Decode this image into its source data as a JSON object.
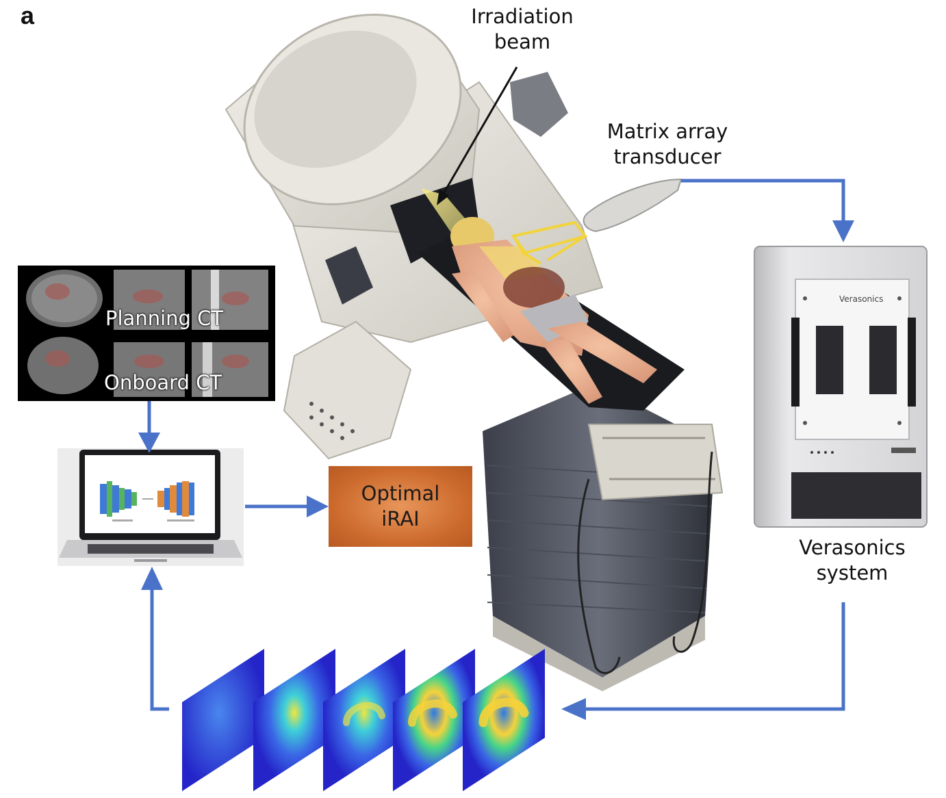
{
  "panel_letter": "a",
  "labels": {
    "irradiation_beam": [
      "Irradiation",
      "beam"
    ],
    "matrix_array_transducer": [
      "Matrix array",
      "transducer"
    ],
    "verasonics_system": [
      "Verasonics",
      "system"
    ]
  },
  "ct_panel": {
    "planning_ct": "Planning CT",
    "onboard_ct": "Onboard CT"
  },
  "irai_box": {
    "line1": "Optimal",
    "line2": "iRAI"
  },
  "verasonics_device": {
    "brand": "Verasonics"
  },
  "colors": {
    "arrow": "#4a72c8",
    "irai_box": "#cc6a2c",
    "transducer_fov": "#f2d43a"
  },
  "icons": [
    "linac-gantry-illustration",
    "patient-phantom-illustration",
    "verasonics-hardware-illustration",
    "laptop-illustration",
    "ultrasound-frame-sequence"
  ]
}
